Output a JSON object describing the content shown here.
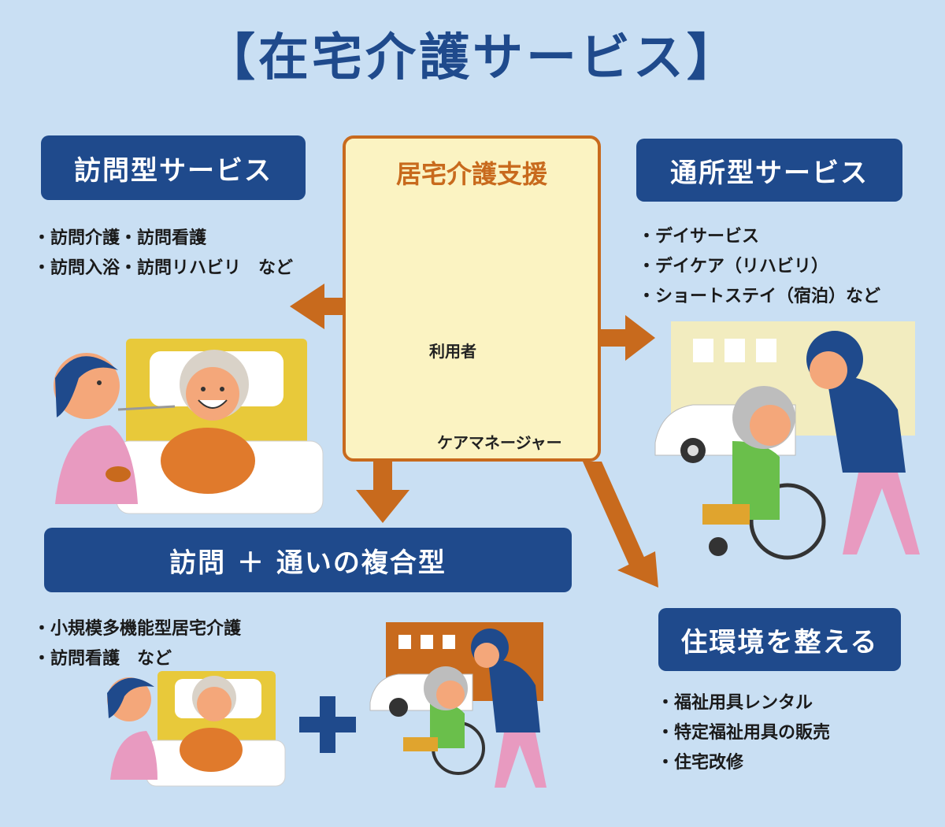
{
  "title": "【在宅介護サービス】",
  "center": {
    "title": "居宅介護支援",
    "user_label": "利用者",
    "manager_label": "ケアマネージャー"
  },
  "visit": {
    "heading": "訪問型サービス",
    "items": [
      "・訪問介護・訪問看護",
      "・訪問入浴・訪問リハビリ　など"
    ]
  },
  "daycare": {
    "heading": "通所型サービス",
    "items": [
      "・デイサービス",
      "・デイケア（リハビリ）",
      "・ショートステイ（宿泊）など"
    ]
  },
  "combined": {
    "heading": "訪問 ＋ 通いの複合型",
    "items": [
      "・小規模多機能型居宅介護",
      "・訪問看護　など"
    ]
  },
  "environment": {
    "heading": "住環境を整える",
    "items": [
      "・福祉用具レンタル",
      "・特定福祉用具の販売",
      "・住宅改修"
    ]
  },
  "colors": {
    "background": "#c9dff3",
    "navy": "#1f4a8c",
    "orange": "#c86a1d",
    "cream": "#fbf3c2"
  }
}
